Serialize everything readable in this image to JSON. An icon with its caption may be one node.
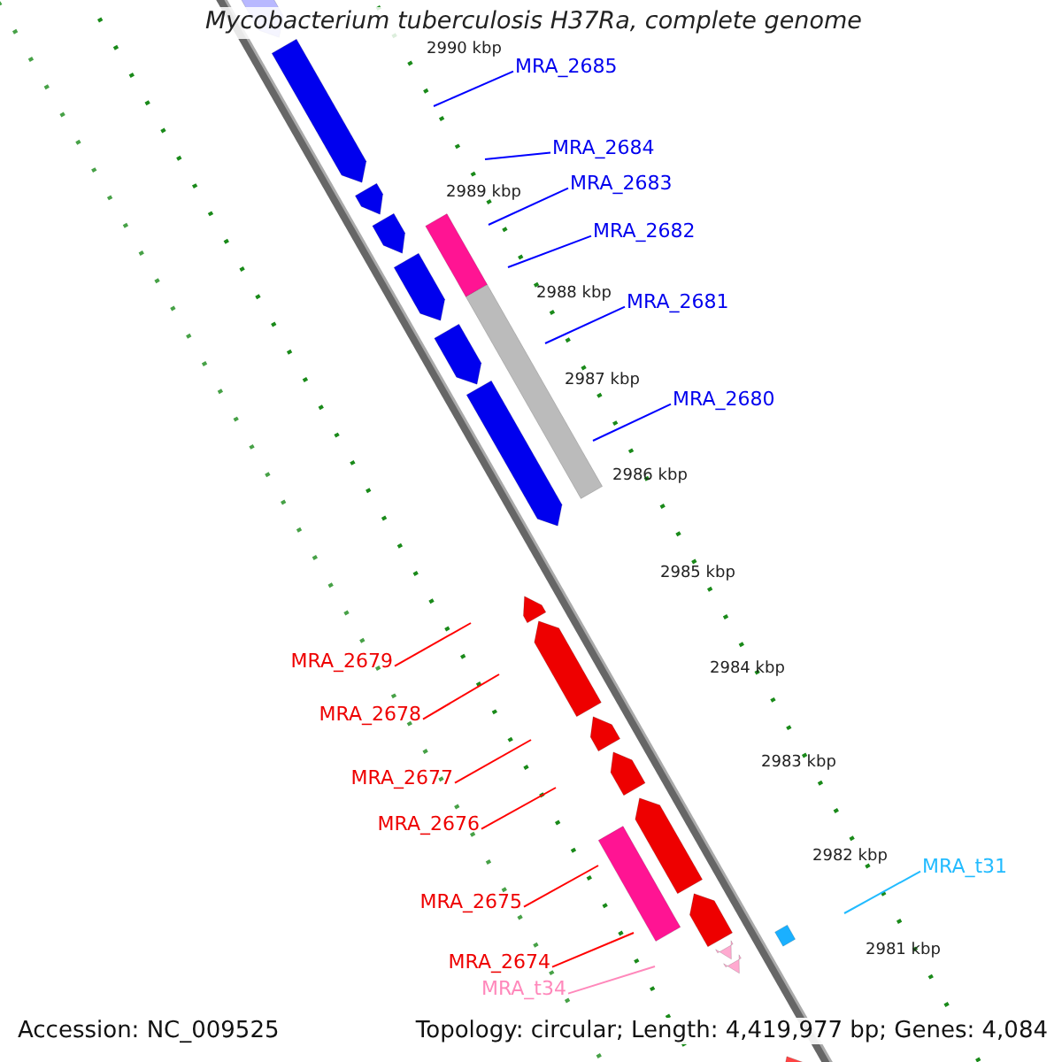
{
  "diagram": {
    "title": "Mycobacterium tuberculosis H37Ra, complete genome",
    "nodes": [
      {
        "text": [
          "MRA_2685"
        ]
      },
      {
        "text": [
          "MRA_2684"
        ]
      },
      {
        "text": [
          "MRA_2683"
        ]
      },
      {
        "text": [
          "MRA_2682"
        ]
      },
      {
        "text": [
          "MRA_2681"
        ]
      },
      {
        "text": [
          "MRA_2680"
        ]
      },
      {
        "text": [
          "MRA_2679"
        ]
      },
      {
        "text": [
          "MRA_2678"
        ]
      },
      {
        "text": [
          "MRA_2677"
        ]
      },
      {
        "text": [
          "MRA_2676"
        ]
      },
      {
        "text": [
          "MRA_2675"
        ]
      },
      {
        "text": [
          "MRA_2674"
        ]
      },
      {
        "text": [
          "MRA_t34"
        ]
      },
      {
        "text": [
          "MRA_t31"
        ]
      }
    ],
    "edges": [
      {
        "from": 0,
        "to": null,
        "arrow": "none",
        "color": "#0000ff"
      },
      {
        "from": 1,
        "to": null,
        "arrow": "none",
        "color": "#0000ff"
      },
      {
        "from": 2,
        "to": null,
        "arrow": "none",
        "color": "#0000ff"
      },
      {
        "from": 3,
        "to": null,
        "arrow": "none",
        "color": "#0000ff"
      },
      {
        "from": 4,
        "to": null,
        "arrow": "none",
        "color": "#0000ff"
      },
      {
        "from": 5,
        "to": null,
        "arrow": "none",
        "color": "#0000ff"
      },
      {
        "from": 6,
        "to": null,
        "arrow": "none",
        "color": "#ff0000"
      },
      {
        "from": 7,
        "to": null,
        "arrow": "none",
        "color": "#ff0000"
      },
      {
        "from": 8,
        "to": null,
        "arrow": "none",
        "color": "#ff0000"
      },
      {
        "from": 9,
        "to": null,
        "arrow": "none",
        "color": "#ff0000"
      },
      {
        "from": 10,
        "to": null,
        "arrow": "none",
        "color": "#ff0000"
      },
      {
        "from": 11,
        "to": null,
        "arrow": "none",
        "color": "#ff0000"
      },
      {
        "from": 12,
        "to": null,
        "arrow": "none",
        "color": "#ff88bb"
      },
      {
        "from": 13,
        "to": null,
        "arrow": "none",
        "color": "#22bbff"
      }
    ],
    "labels": [
      "2990 kbp",
      "2989 kbp",
      "2988 kbp",
      "2987 kbp",
      "2986 kbp",
      "2985 kbp",
      "2984 kbp",
      "2983 kbp",
      "2982 kbp",
      "2981 kbp",
      "Accession: NC_009525",
      "Topology: circular; Length: 4,419,977 bp; Genes: 4,084"
    ]
  }
}
